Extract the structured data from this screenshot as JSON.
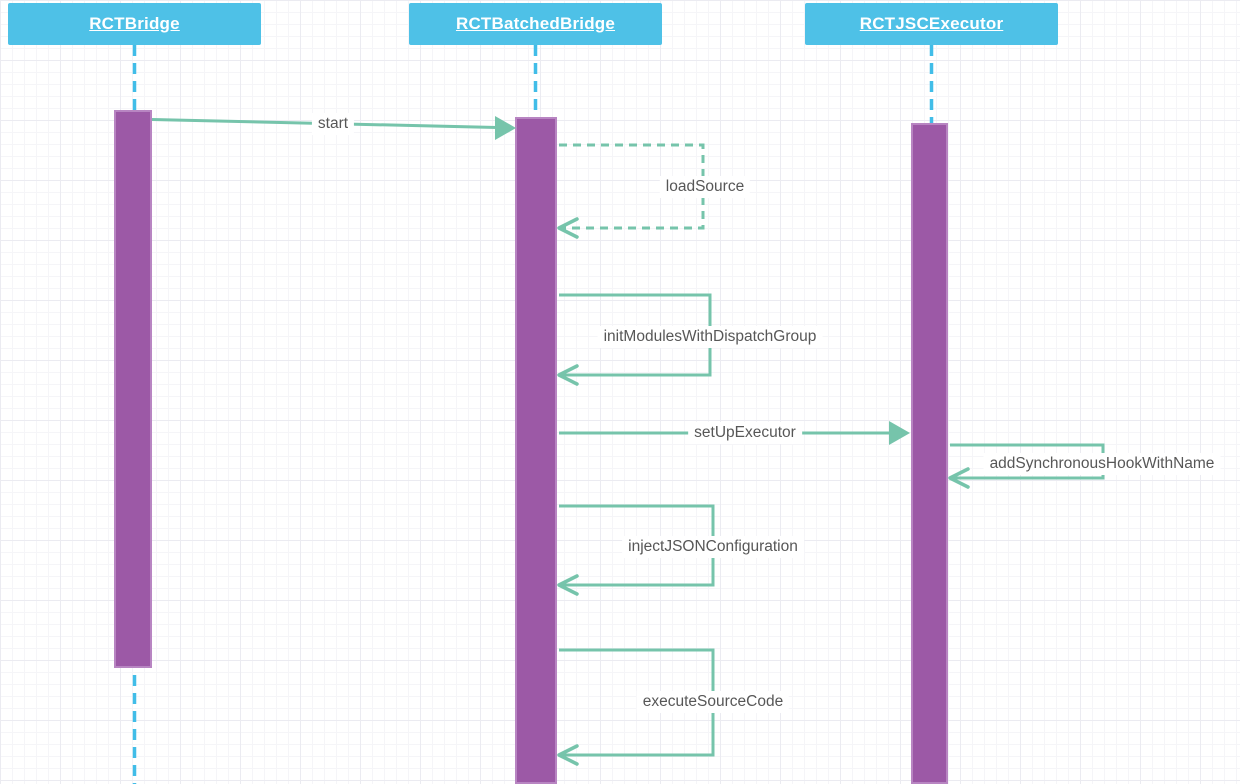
{
  "diagram": {
    "type": "uml-sequence",
    "actors": [
      {
        "name": "RCTBridge"
      },
      {
        "name": "RCTBatchedBridge"
      },
      {
        "name": "RCTJSCExecutor"
      }
    ],
    "messages": [
      {
        "label": "start",
        "from": "RCTBridge",
        "to": "RCTBatchedBridge",
        "line": "solid",
        "kind": "call"
      },
      {
        "label": "loadSource",
        "from": "RCTBatchedBridge",
        "to": "RCTBatchedBridge",
        "line": "dashed",
        "kind": "self-call"
      },
      {
        "label": "initModulesWithDispatchGroup",
        "from": "RCTBatchedBridge",
        "to": "RCTBatchedBridge",
        "line": "solid",
        "kind": "self-call"
      },
      {
        "label": "setUpExecutor",
        "from": "RCTBatchedBridge",
        "to": "RCTJSCExecutor",
        "line": "solid",
        "kind": "call"
      },
      {
        "label": "addSynchronousHookWithName",
        "from": "RCTJSCExecutor",
        "to": "RCTJSCExecutor",
        "line": "solid",
        "kind": "self-call"
      },
      {
        "label": "injectJSONConfiguration",
        "from": "RCTBatchedBridge",
        "to": "RCTBatchedBridge",
        "line": "solid",
        "kind": "self-call"
      },
      {
        "label": "executeSourceCode",
        "from": "RCTBatchedBridge",
        "to": "RCTBatchedBridge",
        "line": "solid",
        "kind": "self-call"
      }
    ],
    "colors": {
      "actor_fill": "#4ec1e7",
      "actor_text": "#ffffff",
      "lifeline": "#41bde8",
      "activation_fill": "#9c59a6",
      "activation_border": "#b885c2",
      "message_line": "#76c4ab",
      "label_text": "#575757"
    }
  }
}
